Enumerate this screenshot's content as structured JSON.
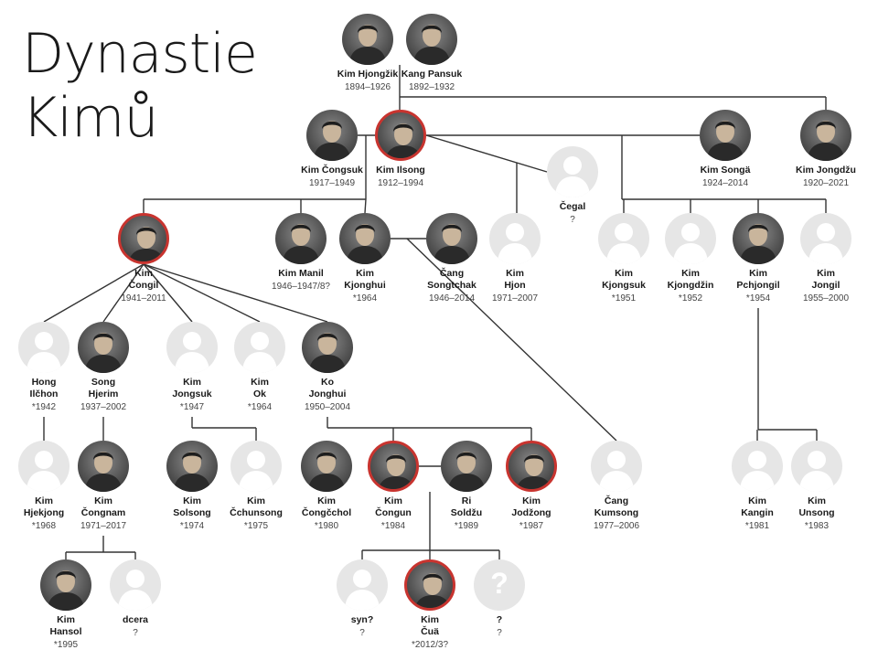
{
  "title_line1": "Dynastie",
  "title_line2": "Kimů",
  "people": [
    {
      "key": "hjongzik",
      "name": [
        "Kim Hjongžik"
      ],
      "years": "1894–1926",
      "photo": "real",
      "icon": "portrait-photo-icon"
    },
    {
      "key": "pansuk",
      "name": [
        "Kang Pansuk"
      ],
      "years": "1892–1932",
      "photo": "real",
      "icon": "portrait-photo-icon"
    },
    {
      "key": "congsuk",
      "name": [
        "Kim Čongsuk"
      ],
      "years": "1917–1949",
      "photo": "real",
      "icon": "portrait-photo-icon"
    },
    {
      "key": "ilsong",
      "name": [
        "Kim Ilsong"
      ],
      "years": "1912–1994",
      "photo": "real",
      "red": true,
      "icon": "portrait-photo-icon"
    },
    {
      "key": "cegal",
      "name": [
        "Čegal"
      ],
      "years": "?",
      "photo": "ph",
      "icon": "person-silhouette-icon"
    },
    {
      "key": "songa",
      "name": [
        "Kim Songä"
      ],
      "years": "1924–2014",
      "photo": "real",
      "icon": "portrait-photo-icon"
    },
    {
      "key": "jongdzu",
      "name": [
        "Kim Jongdžu"
      ],
      "years": "1920–2021",
      "photo": "real",
      "icon": "portrait-photo-icon"
    },
    {
      "key": "congil",
      "name": [
        "Kim",
        "Čongil"
      ],
      "years": "1941–2011",
      "photo": "real",
      "red": true,
      "icon": "portrait-photo-icon"
    },
    {
      "key": "manil",
      "name": [
        "Kim Manil"
      ],
      "years": "1946–1947/8?",
      "photo": "real",
      "icon": "portrait-photo-icon"
    },
    {
      "key": "kjonghui",
      "name": [
        "Kim",
        "Kjonghui"
      ],
      "years": "*1964",
      "photo": "real",
      "icon": "portrait-photo-icon"
    },
    {
      "key": "cang",
      "name": [
        "Čang",
        "Songtchak"
      ],
      "years": "1946–2014",
      "photo": "real",
      "icon": "portrait-photo-icon"
    },
    {
      "key": "hjon",
      "name": [
        "Kim",
        "Hjon"
      ],
      "years": "1971–2007",
      "photo": "ph",
      "icon": "person-silhouette-icon"
    },
    {
      "key": "kjongsuk",
      "name": [
        "Kim",
        "Kjongsuk"
      ],
      "years": "*1951",
      "photo": "ph",
      "icon": "person-silhouette-icon"
    },
    {
      "key": "kjongdzin",
      "name": [
        "Kim",
        "Kjongdžin"
      ],
      "years": "*1952",
      "photo": "ph",
      "icon": "person-silhouette-icon"
    },
    {
      "key": "pchjongil",
      "name": [
        "Kim",
        "Pchjongil"
      ],
      "years": "*1954",
      "photo": "real",
      "icon": "portrait-photo-icon"
    },
    {
      "key": "jongil",
      "name": [
        "Kim",
        "Jongil"
      ],
      "years": "1955–2000",
      "photo": "ph",
      "icon": "person-silhouette-icon"
    },
    {
      "key": "hong",
      "name": [
        "Hong",
        "Ilčhon"
      ],
      "years": "*1942",
      "photo": "ph",
      "icon": "person-silhouette-icon"
    },
    {
      "key": "songhjerim",
      "name": [
        "Song",
        "Hjerim"
      ],
      "years": "1937–2002",
      "photo": "real",
      "icon": "portrait-photo-icon"
    },
    {
      "key": "jongsuk",
      "name": [
        "Kim",
        "Jongsuk"
      ],
      "years": "*1947",
      "photo": "ph",
      "icon": "person-silhouette-icon"
    },
    {
      "key": "ok",
      "name": [
        "Kim",
        "Ok"
      ],
      "years": "*1964",
      "photo": "ph",
      "icon": "person-silhouette-icon"
    },
    {
      "key": "ko",
      "name": [
        "Ko",
        "Jonghui"
      ],
      "years": "1950–2004",
      "photo": "real",
      "icon": "portrait-photo-icon"
    },
    {
      "key": "hjekjong",
      "name": [
        "Kim",
        "Hjekjong"
      ],
      "years": "*1968",
      "photo": "ph",
      "icon": "person-silhouette-icon"
    },
    {
      "key": "congnam",
      "name": [
        "Kim",
        "Čongnam"
      ],
      "years": "1971–2017",
      "photo": "real",
      "icon": "portrait-photo-icon"
    },
    {
      "key": "solsong",
      "name": [
        "Kim",
        "Solsong"
      ],
      "years": "*1974",
      "photo": "real",
      "icon": "portrait-photo-icon"
    },
    {
      "key": "cchunsong",
      "name": [
        "Kim",
        "Čchunsong"
      ],
      "years": "*1975",
      "photo": "ph",
      "icon": "person-silhouette-icon"
    },
    {
      "key": "congchol",
      "name": [
        "Kim",
        "Čongčchol"
      ],
      "years": "*1980",
      "photo": "real",
      "icon": "portrait-photo-icon"
    },
    {
      "key": "congun",
      "name": [
        "Kim",
        "Čongun"
      ],
      "years": "*1984",
      "photo": "real",
      "red": true,
      "icon": "portrait-photo-icon"
    },
    {
      "key": "ri",
      "name": [
        "Ri",
        "Soldžu"
      ],
      "years": "*1989",
      "photo": "real",
      "icon": "portrait-photo-icon"
    },
    {
      "key": "jodzong",
      "name": [
        "Kim",
        "Jodžong"
      ],
      "years": "*1987",
      "photo": "real",
      "red": true,
      "icon": "portrait-photo-icon"
    },
    {
      "key": "kumsong",
      "name": [
        "Čang",
        "Kumsong"
      ],
      "years": "1977–2006",
      "photo": "ph",
      "icon": "person-silhouette-icon"
    },
    {
      "key": "kangin",
      "name": [
        "Kim",
        "Kangin"
      ],
      "years": "*1981",
      "photo": "ph",
      "icon": "person-silhouette-icon"
    },
    {
      "key": "unsong",
      "name": [
        "Kim",
        "Unsong"
      ],
      "years": "*1983",
      "photo": "ph",
      "icon": "person-silhouette-icon"
    },
    {
      "key": "hansol",
      "name": [
        "Kim",
        "Hansol"
      ],
      "years": "*1995",
      "photo": "real",
      "icon": "portrait-photo-icon"
    },
    {
      "key": "dcera",
      "name": [
        "dcera"
      ],
      "years": "?",
      "photo": "ph",
      "icon": "person-silhouette-icon"
    },
    {
      "key": "syn",
      "name": [
        "syn?"
      ],
      "years": "?",
      "photo": "ph",
      "icon": "person-silhouette-icon"
    },
    {
      "key": "cua",
      "name": [
        "Kim",
        "Čuä"
      ],
      "years": "*2012/3?",
      "photo": "real",
      "red": true,
      "icon": "portrait-photo-icon"
    },
    {
      "key": "unknown",
      "name": [
        "?"
      ],
      "years": "?",
      "photo": "q",
      "mark": "?",
      "icon": "question-mark-icon"
    }
  ],
  "colors": {
    "accent": "#c8342f",
    "line": "#333333",
    "placeholder": "#e6e6e6",
    "text": "#1a1a1a"
  }
}
